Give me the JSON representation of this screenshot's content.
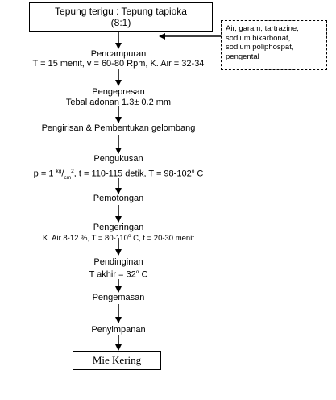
{
  "start": {
    "line1": "Tepung terigu : Tepung tapioka",
    "line2": "(8:1)"
  },
  "additives": [
    "Air,  garam, tartrazine,",
    "sodium bikarbonat,",
    "sodium poliphospat,",
    "pengental"
  ],
  "steps": {
    "pencampuran": {
      "label": "Pencampuran",
      "detail": "T = 15 menit, v = 60-80 Rpm, K. Air = 32-34"
    },
    "pengepresan": {
      "label": "Pengepresan",
      "detail": "Tebal adonan 1,3± 0,2 mm"
    },
    "pengirisan": {
      "label": "Pengirisan & Pembentukan gelombang"
    },
    "pengukusan": {
      "label": "Pengukusan",
      "p_prefix": "p = 1 ",
      "p_unit_num": "kg",
      "p_unit_slash": "/",
      "p_unit_den": "cm",
      "p_unit_exp": "2",
      "rest_a": ", t = 110-115 detik, T = 98-102",
      "deg": "o",
      "rest_b": " C"
    },
    "pemotongan": {
      "label": "Pemotongan"
    },
    "pengeringan": {
      "label": "Pengeringan",
      "detail_a": "K. Air 8-12 %, T = 80-110",
      "deg": "o",
      "detail_b": " C, t = 20-30 menit"
    },
    "pendinginan": {
      "label": "Pendinginan",
      "detail_a": "T akhir = 32",
      "deg": "o",
      "detail_b": " C"
    },
    "pengemasan": {
      "label": "Pengemasan"
    },
    "penyimpanan": {
      "label": "Penyimpanan"
    }
  },
  "end": {
    "label": "Mie Kering"
  }
}
